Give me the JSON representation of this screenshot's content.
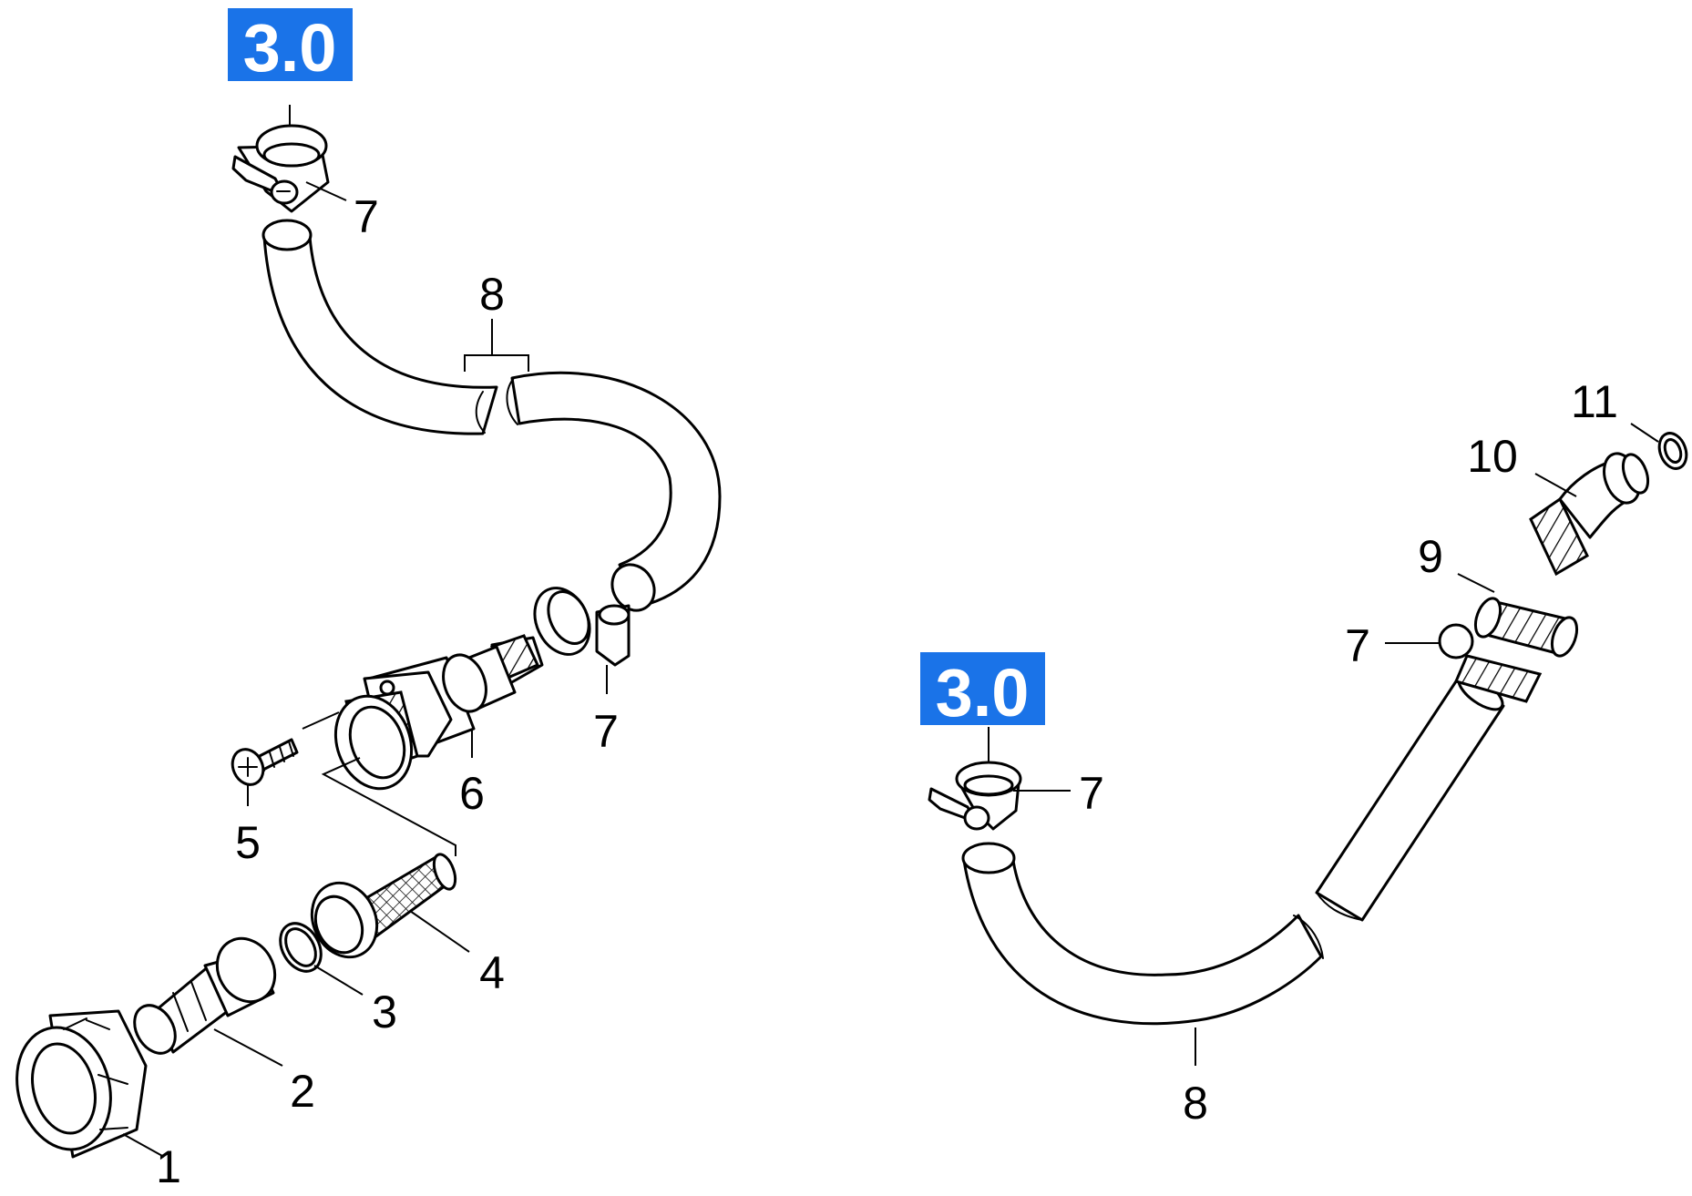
{
  "reference_badges": [
    "3.0",
    "3.0"
  ],
  "callouts": {
    "c1": "1",
    "c2": "2",
    "c3": "3",
    "c4": "4",
    "c5": "5",
    "c6": "6",
    "c7_top": "7",
    "c7_mid": "7",
    "c7_right_clamp": "7",
    "c7_right_end": "7",
    "c8_left": "8",
    "c8_right": "8",
    "c9": "9",
    "c10": "10",
    "c11": "11"
  },
  "colors": {
    "badge": "#1a73e8",
    "line": "#000000",
    "background": "#ffffff"
  }
}
